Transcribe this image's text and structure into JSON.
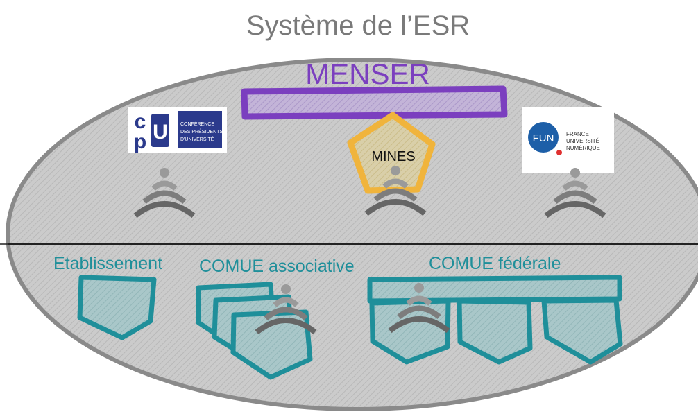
{
  "title": "Système de l’ESR",
  "menser": {
    "label": "MENSER"
  },
  "mines": {
    "label": "MINES"
  },
  "cpu_logo": {
    "letters": [
      "c",
      "p",
      "U"
    ],
    "text": [
      "CONFÉRENCE",
      "DES PRÉSIDENTS",
      "D'UNIVERSITÉ"
    ],
    "color": "#2b3a8c"
  },
  "fun_logo": {
    "badge": "FUN",
    "text": [
      "FRANCE",
      "UNIVERSITÉ",
      "NUMÉRIQUE"
    ],
    "color": "#1d5fa8",
    "dot_color": "#e03030"
  },
  "lower": {
    "etablissement": "Etablissement",
    "comue_associative": "COMUE associative",
    "comue_federale": "COMUE fédérale"
  },
  "colors": {
    "ellipse_fill": "#c8c8c8",
    "ellipse_stroke": "#8a8a8a",
    "menser": "#7b3fbf",
    "mines": "#f0b43c",
    "teal": "#1f8f9a",
    "title": "#7a7a7a",
    "signal": "#666666"
  }
}
